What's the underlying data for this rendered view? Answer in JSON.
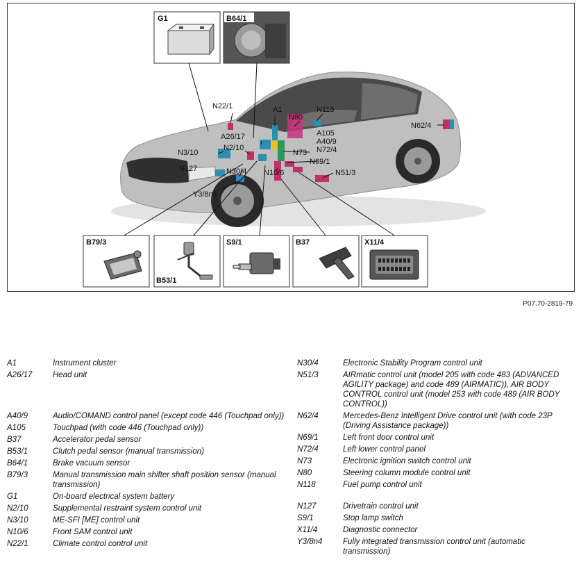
{
  "figure_ref": "P07.70-2819-79",
  "insets": {
    "g1": "G1",
    "b64_1": "B64/1",
    "b79_3": "B79/3",
    "b53_1": "B53/1",
    "s9_1": "S9/1",
    "b37": "B37",
    "x11_4": "X11/4"
  },
  "callouts": {
    "n22_1": "N22/1",
    "a1": "A1",
    "n80": "N80",
    "n118": "N118",
    "n62_4": "N62/4",
    "a26_17": "A26/17",
    "a105": "A105",
    "a40_9": "A40/9",
    "n72_4": "N72/4",
    "n2_10": "N2/10",
    "n3_10": "N3/10",
    "n73": "N73",
    "n69_1": "N69/1",
    "n127": "N127",
    "n30_4": "N30/4",
    "n10_6": "N10/6",
    "n51_3": "N51/3",
    "y3_8n4": "Y3/8n4"
  },
  "legend": {
    "left": [
      {
        "code": "A1",
        "desc": "Instrument cluster"
      },
      {
        "code": "A26/17",
        "desc": "Head unit"
      },
      {
        "code": "A40/9",
        "desc": "Audio/COMAND control panel (except code 446 (Touchpad only))"
      },
      {
        "code": "A105",
        "desc": "Touchpad (with code 446 (Touchpad only))"
      },
      {
        "code": "B37",
        "desc": "Accelerator pedal sensor"
      },
      {
        "code": "B53/1",
        "desc": "Clutch pedal sensor (manual transmission)"
      },
      {
        "code": "B64/1",
        "desc": "Brake vacuum sensor"
      },
      {
        "code": "B79/3",
        "desc": "Manual transmission main shifter shaft position sensor (manual transmission)"
      },
      {
        "code": "G1",
        "desc": "On-board electrical system battery"
      },
      {
        "code": "N2/10",
        "desc": "Supplemental restraint system control unit"
      },
      {
        "code": "N3/10",
        "desc": "ME-SFI [ME] control unit"
      },
      {
        "code": "N10/6",
        "desc": "Front SAM control unit"
      },
      {
        "code": "N22/1",
        "desc": "Climate control control unit"
      }
    ],
    "right": [
      {
        "code": "N30/4",
        "desc": "Electronic Stability Program control unit"
      },
      {
        "code": "N51/3",
        "desc": "AIRmatic control unit (model 205 with code 483 (ADVANCED AGILITY package) and code 489 (AIRMATIC)), AIR BODY CONTROL control unit (model 253 with code 489 (AIR BODY CONTROL))"
      },
      {
        "code": "N62/4",
        "desc": "Mercedes-Benz Intelligent Drive control unit (with code 23P (Driving Assistance package))"
      },
      {
        "code": "N69/1",
        "desc": "Left front door control unit"
      },
      {
        "code": "N72/4",
        "desc": "Left lower control panel"
      },
      {
        "code": "N73",
        "desc": "Electronic ignition switch control unit"
      },
      {
        "code": "N80",
        "desc": "Steering column module control unit"
      },
      {
        "code": "N118",
        "desc": "Fuel pump control unit"
      },
      {
        "code": "N127",
        "desc": "Drivetrain control unit"
      },
      {
        "code": "S9/1",
        "desc": "Stop lamp switch"
      },
      {
        "code": "X11/4",
        "desc": "Diagnostic connector"
      },
      {
        "code": "Y3/8n4",
        "desc": "Fully integrated transmission control unit (automatic transmission)"
      }
    ]
  }
}
